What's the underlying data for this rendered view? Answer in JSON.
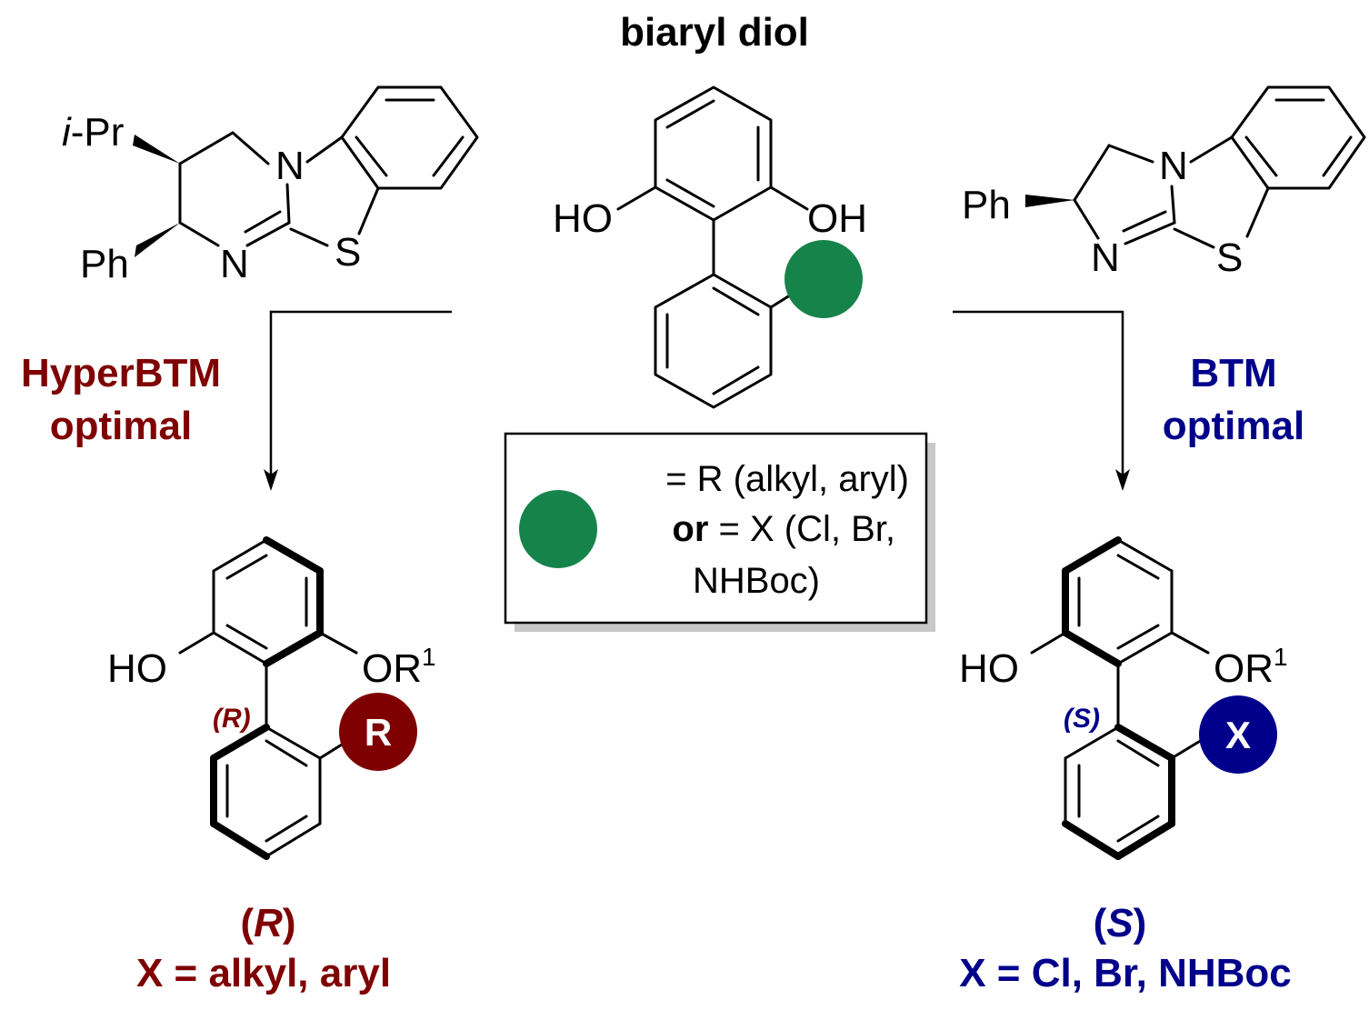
{
  "colors": {
    "green_substituent": "#16834a",
    "hyperbtm": "#7f0000",
    "btm": "#00008b",
    "line": "#000000",
    "box_shadow": "#c8c8c8"
  },
  "title": "biaryl diol",
  "substrate": {
    "atoms": {
      "ho": "HO",
      "oh": "OH"
    }
  },
  "catalysts": {
    "hyperbtm": {
      "name": "HyperBTM",
      "subtitle": "optimal",
      "atoms": {
        "ipr_italic": "i",
        "ipr_rest": "-Pr",
        "ph": "Ph",
        "n1": "N",
        "n2": "N",
        "s": "S"
      }
    },
    "btm": {
      "name": "BTM",
      "subtitle": "optimal",
      "atoms": {
        "ph": "Ph",
        "n1": "N",
        "n2": "N",
        "s": "S"
      }
    }
  },
  "legend": {
    "line1": "= R (alkyl, aryl)",
    "line2_bold": "or",
    "line2_rest": " = X (Cl, Br,",
    "line3": "NHBoc)"
  },
  "products": {
    "left": {
      "ho": "HO",
      "or_main": "OR",
      "or_sup": "1",
      "stereo_tag": "(R)",
      "circle_letter": "R",
      "label_open": "(",
      "label_config": "R",
      "label_close": ")",
      "subtitle": "X = alkyl, aryl"
    },
    "right": {
      "ho": "HO",
      "or_main": "OR",
      "or_sup": "1",
      "stereo_tag": "(S)",
      "circle_letter": "X",
      "label_open": "(",
      "label_config": "S",
      "label_close": ")",
      "subtitle": "X = Cl, Br, NHBoc"
    }
  }
}
